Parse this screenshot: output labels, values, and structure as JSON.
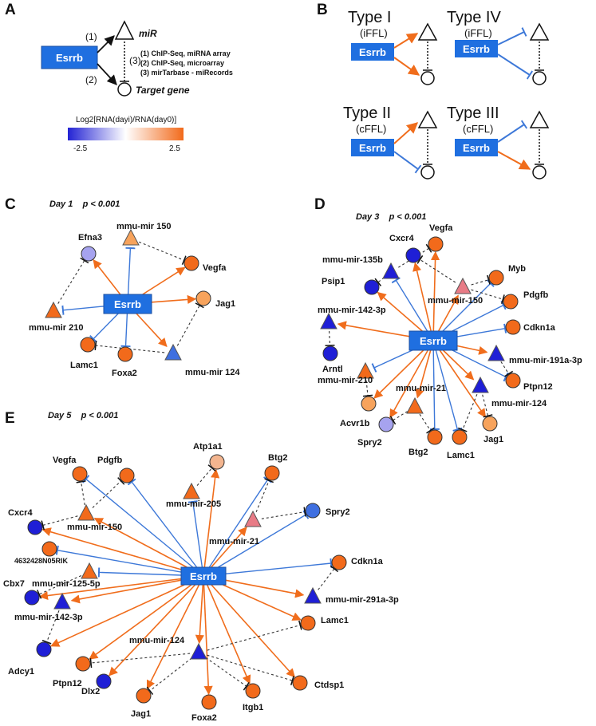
{
  "colors": {
    "orange": "#f06d1c",
    "blue": "#3d78d8",
    "box": "#1f6fe0",
    "node_orange": "#f26a1b",
    "node_light_orange": "#f7a35c",
    "node_peach": "#f3b58f",
    "node_lavender": "#a6a3ef",
    "node_blue": "#1f1fd6",
    "node_mid_blue": "#3f6fe0",
    "node_pink": "#e87b86"
  },
  "panel_a": {
    "letter": "A",
    "hub": "Esrrb",
    "mir_label": "miR",
    "target_label": "Target gene",
    "edge1": "(1)",
    "edge2": "(2)",
    "edge3": "(3)",
    "sources": [
      "(1) ChIP-Seq, miRNA array",
      "(2) ChIP-Seq, microarray",
      "(3) mirTarbase - miRecords"
    ],
    "legend_title": "Log2[RNA(dayi)/RNA(day0)]",
    "legend_min": "-2.5",
    "legend_max": "2.5"
  },
  "panel_b": {
    "letter": "B",
    "hub": "Esrrb",
    "types": [
      {
        "title": "Type I",
        "sub": "(iFFL)"
      },
      {
        "title": "Type IV",
        "sub": "(iFFL)"
      },
      {
        "title": "Type II",
        "sub": "(cFFL)"
      },
      {
        "title": "Type III",
        "sub": "(cFFL)"
      }
    ]
  },
  "panel_c": {
    "letter": "C",
    "title": "Day 1    p < 0.001",
    "hub": "Esrrb",
    "nodes": [
      "mmu-mir 150",
      "Efna3",
      "Vegfa",
      "mmu-mir 210",
      "Jag1",
      "Lamc1",
      "Foxa2",
      "mmu-mir 124"
    ]
  },
  "panel_d": {
    "letter": "D",
    "title": "Day 3    p < 0.001",
    "hub": "Esrrb",
    "nodes": [
      "Cxcr4",
      "Vegfa",
      "mmu-mir-135b",
      "Myb",
      "Psip1",
      "mmu-mir-150",
      "Pdgfb",
      "mmu-mir-142-3p",
      "Cdkn1a",
      "mmu-mir-191a-3p",
      "Arntl",
      "mmu-mir-210",
      "mmu-mir-21",
      "Ptpn12",
      "mmu-mir-124",
      "Acvr1b",
      "Spry2",
      "Btg2",
      "Lamc1",
      "Jag1"
    ]
  },
  "panel_e": {
    "letter": "E",
    "title": "Day 5    p < 0.001",
    "hub": "Esrrb",
    "nodes": [
      "Atp1a1",
      "Vegfa",
      "Pdgfb",
      "Btg2",
      "mmu-mir-205",
      "Cxcr4",
      "Spry2",
      "mmu-mir-150",
      "mmu-mir-21",
      "4632428N05RIK",
      "Cdkn1a",
      "mmu-mir-125-5p",
      "mmu-mir-291a-3p",
      "Cbx7",
      "mmu-mir-142-3p",
      "Lamc1",
      "mmu-mir-124",
      "Adcy1",
      "Ptpn12",
      "Dlx2",
      "Ctdsp1",
      "Jag1",
      "Itgb1",
      "Foxa2"
    ]
  }
}
